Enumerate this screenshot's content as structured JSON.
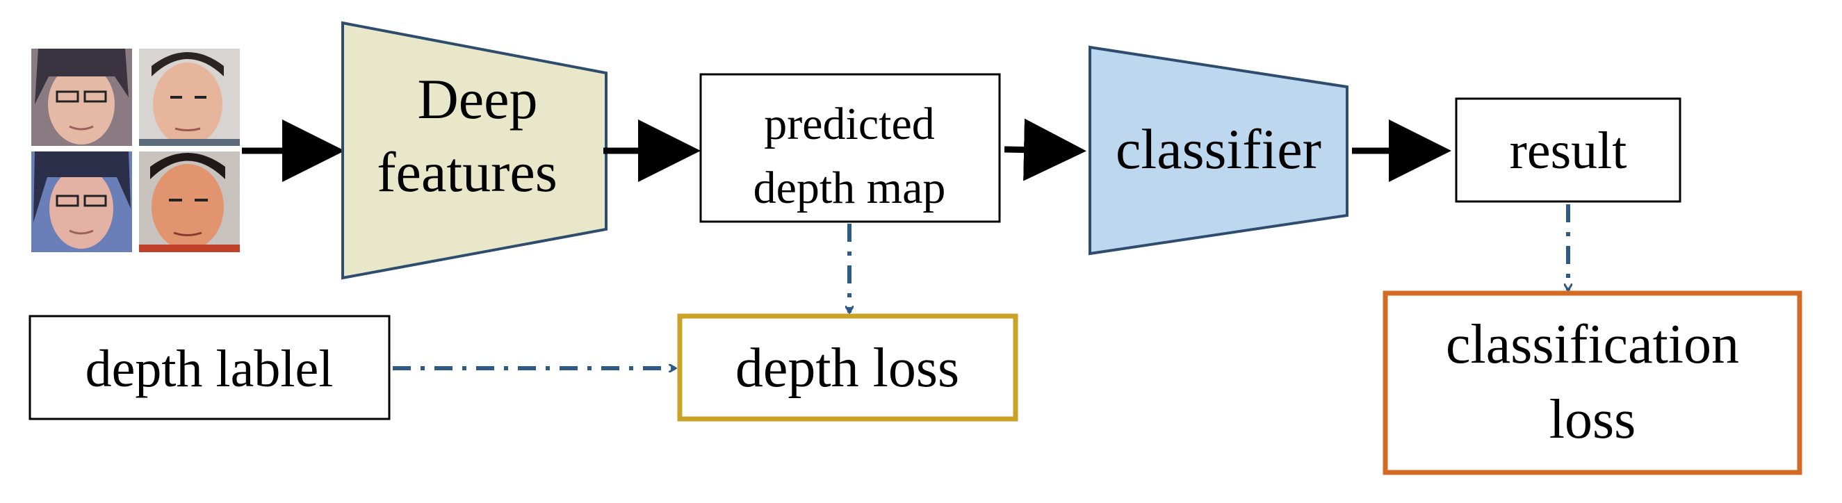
{
  "input_faces": {
    "icon": "face-photo-grid"
  },
  "nodes": {
    "deep_features": {
      "line1": "Deep",
      "line2": "features"
    },
    "predicted_depth_map": {
      "line1": "predicted",
      "line2": "depth map"
    },
    "classifier": {
      "label": "classifier"
    },
    "result": {
      "label": "result"
    },
    "depth_label": {
      "label": "depth lablel"
    },
    "depth_loss": {
      "label": "depth loss"
    },
    "classification_loss": {
      "line1": "classification",
      "line2": "loss"
    }
  },
  "colors": {
    "deep_features_fill": "#E8E7C9",
    "classifier_fill": "#BDD7EE",
    "trapezoid_stroke": "#2E4C6D",
    "depth_loss_stroke": "#C9A227",
    "classification_loss_stroke": "#D56A24",
    "dashed_arrow": "#2E5A87",
    "solid_arrow": "#000000"
  }
}
